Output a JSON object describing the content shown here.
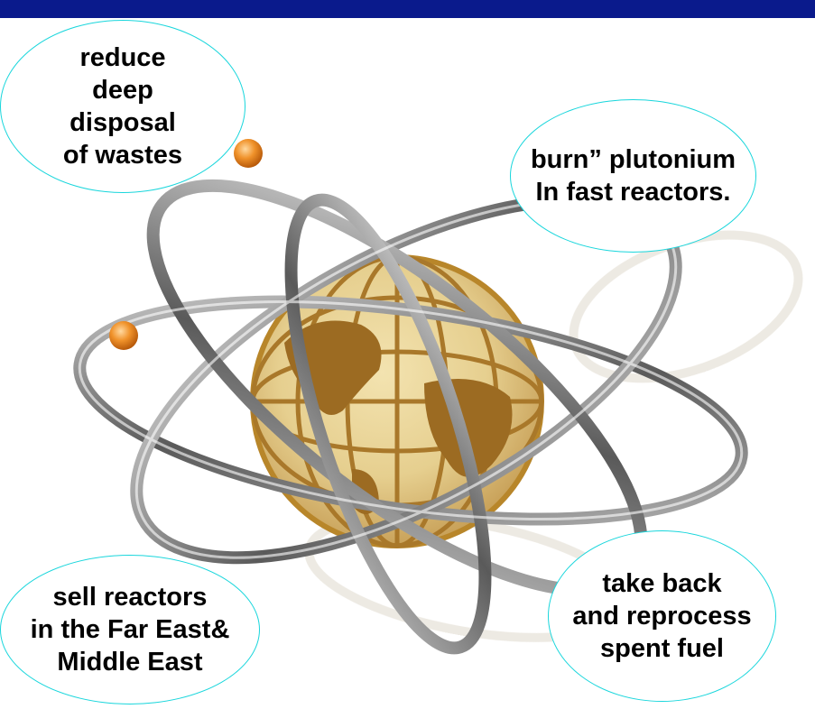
{
  "header": {
    "bar_color": "#0a1a8c"
  },
  "illustration": {
    "icon": "atom-globe-icon",
    "colors": {
      "orbit": "#8a8a8a",
      "globe": "#b8862a",
      "electron": "#e08a1c"
    }
  },
  "bubbles": {
    "border_color": "#19d6dc",
    "waste": {
      "lines": [
        "reduce",
        "deep",
        "disposal",
        "of wastes"
      ]
    },
    "burn": {
      "lines": [
        "burn” plutonium",
        "In fast reactors."
      ]
    },
    "sell": {
      "lines": [
        "sell reactors",
        "in the Far East&",
        "Middle East"
      ]
    },
    "takeback": {
      "lines": [
        "take back",
        "and reprocess",
        "spent fuel"
      ]
    }
  }
}
